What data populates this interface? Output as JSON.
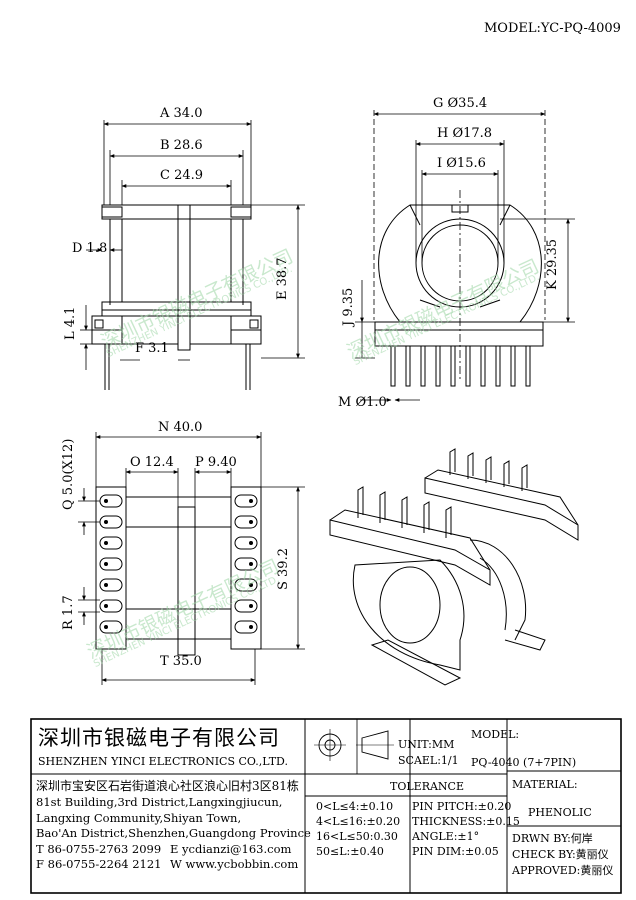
{
  "model_header": "MODEL:YC-PQ-4009",
  "watermark": {
    "cn": "深圳市银磁电子有限公司",
    "en": "SHENZHEN YINCI ELECTRONICS CO.,LTD."
  },
  "dimensions": {
    "A": "A 34.0",
    "B": "B 28.6",
    "C": "C 24.9",
    "D": "D 1.8",
    "E": "E 38.7",
    "F": "F 3.1",
    "L": "L 4.1",
    "G": "G Ø35.4",
    "H": "H Ø17.8",
    "I": "I Ø15.6",
    "J": "J 9.35",
    "K": "K 29.35",
    "M": "M Ø1.0",
    "N": "N 40.0",
    "O": "O 12.4",
    "P": "P 9.40",
    "Q": "Q 5.0(X12)",
    "R": "R 1.7",
    "S": "S 39.2",
    "T": "T 35.0"
  },
  "title_block": {
    "company_cn": "深圳市银磁电子有限公司",
    "company_en": "SHENZHEN YINCI ELECTRONICS CO.,LTD.",
    "address_cn": "深圳市宝安区石岩街道浪心社区浪心旧村3区81栋",
    "address_en_1": "81st Building,3rd District,Langxingjiucun,",
    "address_en_2": "Langxing Community,Shiyan Town,",
    "address_en_3": "Bao'An District,Shenzhen,Guangdong Province",
    "tel": "T 86-0755-2763 2099",
    "fax": "F 86-0755-2264 2121",
    "email": "E ycdianzi@163.com",
    "web": "W www.ycbobbin.com",
    "unit": "UNIT:MM",
    "scale": "SCAEL:1/1",
    "model_label": "MODEL:",
    "model_value": "PQ-4040 (7+7PIN)",
    "tolerance_title": "TOLERANCE",
    "tol": [
      "0<L≤4:±0.10",
      "4<L≤16:±0.20",
      "16<L≤50:0.30",
      "50≤L:±0.40"
    ],
    "pin": [
      "PIN PITCH:±0.20",
      "THICKNESS:±0.15",
      "ANGLE:±1°",
      "PIN DIM:±0.05"
    ],
    "material_label": "MATERIAL:",
    "material_value": "PHENOLIC",
    "drwn": "DRWN BY:何岸",
    "check": "CHECK BY:黄丽仪",
    "approved": "APPROVED:黄丽仪"
  }
}
